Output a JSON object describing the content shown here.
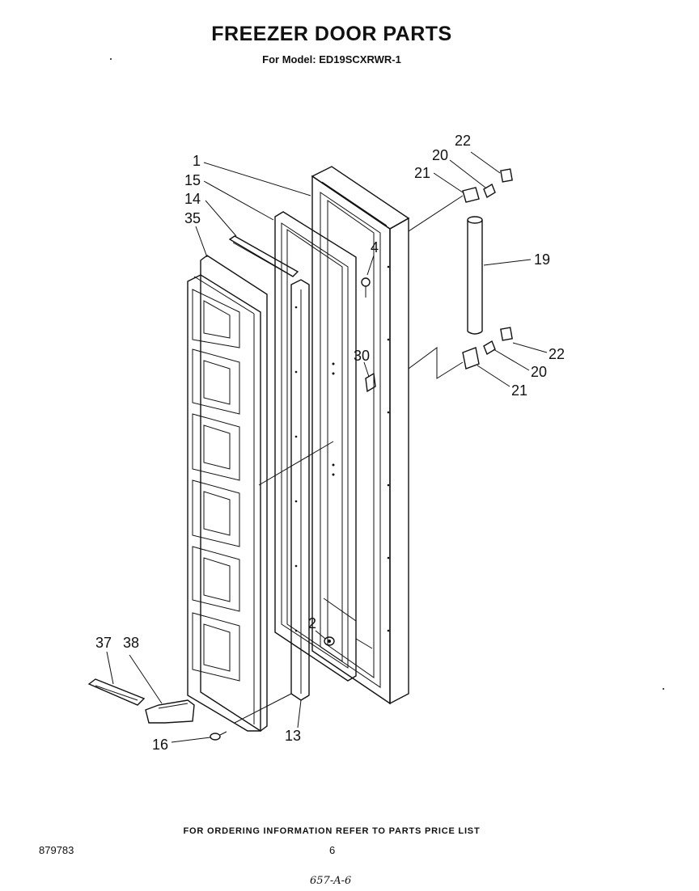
{
  "header": {
    "title": "FREEZER DOOR PARTS",
    "subtitle": "For Model: ED19SCXRWR-1"
  },
  "footer": {
    "note": "FOR ORDERING INFORMATION REFER TO PARTS PRICE LIST",
    "doc_number": "879783",
    "page_number": "6",
    "handwritten": "657-A-6"
  },
  "callouts": {
    "c1": "1",
    "c15": "15",
    "c14": "14",
    "c35": "35",
    "c4": "4",
    "c30": "30",
    "c2": "2",
    "c13": "13",
    "c16": "16",
    "c37": "37",
    "c38": "38",
    "c22_top": "22",
    "c20_top": "20",
    "c21_top": "21",
    "c19": "19",
    "c22_bot": "22",
    "c20_bot": "20",
    "c21_bot": "21"
  }
}
